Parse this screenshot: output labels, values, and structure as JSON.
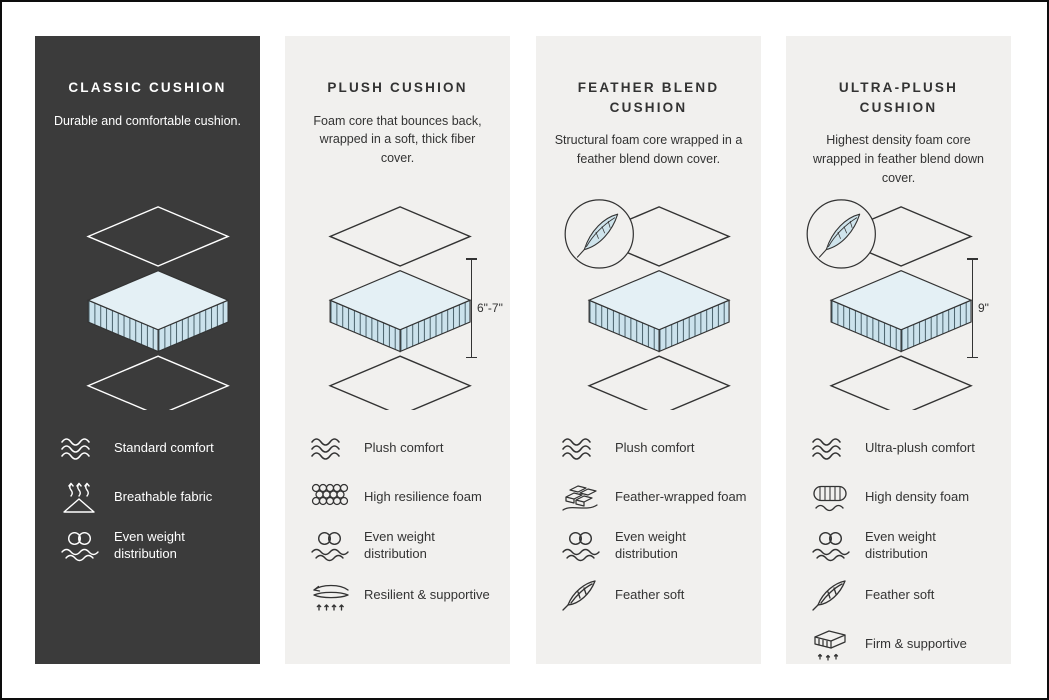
{
  "colors": {
    "page_bg": "#ffffff",
    "dark_card_bg": "#3b3b3b",
    "light_card_bg": "#f1f0ee",
    "accent_blue": "#cfe4ec",
    "stroke_dark": "#333333"
  },
  "cards": [
    {
      "title": "CLASSIC CUSHION",
      "description": "Durable and comfortable cushion.",
      "features": [
        {
          "icon": "waves-icon",
          "label": "Standard comfort"
        },
        {
          "icon": "breathable-icon",
          "label": "Breathable fabric"
        },
        {
          "icon": "even-weight-icon",
          "label": "Even weight distribution"
        }
      ]
    },
    {
      "title": "PLUSH CUSHION",
      "description": "Foam core that bounces back, wrapped in a soft, thick fiber cover.",
      "measurement": "6\"-7\"",
      "features": [
        {
          "icon": "waves-icon",
          "label": "Plush comfort"
        },
        {
          "icon": "foam-bubbles-icon",
          "label": "High resilience foam"
        },
        {
          "icon": "even-weight-icon",
          "label": "Even weight distribution"
        },
        {
          "icon": "resilient-icon",
          "label": "Resilient & supportive"
        }
      ]
    },
    {
      "title": "FEATHER BLEND CUSHION",
      "description": "Structural foam core wrapped in a feather blend down cover.",
      "features": [
        {
          "icon": "waves-icon",
          "label": "Plush comfort"
        },
        {
          "icon": "feather-wrapped-foam-icon",
          "label": "Feather-wrapped foam"
        },
        {
          "icon": "even-weight-icon",
          "label": "Even weight distribution"
        },
        {
          "icon": "feather-icon",
          "label": "Feather soft"
        }
      ]
    },
    {
      "title": "ULTRA-PLUSH CUSHION",
      "description": "Highest density foam core wrapped in feather blend down cover.",
      "measurement": "9\"",
      "features": [
        {
          "icon": "waves-icon",
          "label": "Ultra-plush comfort"
        },
        {
          "icon": "high-density-foam-icon",
          "label": "High density foam"
        },
        {
          "icon": "even-weight-icon",
          "label": "Even weight distribution"
        },
        {
          "icon": "feather-icon",
          "label": "Feather soft"
        },
        {
          "icon": "firm-supportive-icon",
          "label": "Firm & supportive"
        }
      ]
    }
  ]
}
